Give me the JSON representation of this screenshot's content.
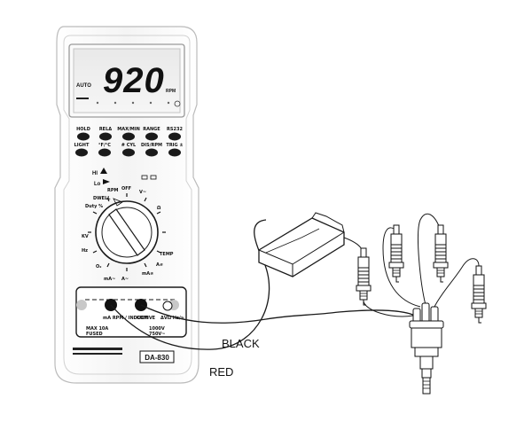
{
  "meter": {
    "model": "DA-830",
    "display": {
      "mode": "AUTO",
      "reading": "920",
      "unit": "RPM"
    },
    "buttons_row1": [
      "HOLD",
      "RELΔ",
      "MAX/MIN",
      "RANGE",
      "RS232"
    ],
    "buttons_row2": [
      "LIGHT",
      "°F/°C",
      "# CYL",
      "DIS/RPM",
      "TRIG ±"
    ],
    "hi_label": "HI",
    "lo_label": "Lo",
    "dial_labels": [
      "RPM",
      "OFF",
      "V~",
      "DWELL",
      "Duty %",
      "Ω",
      "KV",
      "Hz",
      "TEMP",
      "O₂",
      "A~",
      "mA≉",
      "A≉",
      "mA~"
    ],
    "jack_labels": {
      "left": "mA RPM / INDUCTIVE",
      "center": "COM",
      "right": "ΔVΩ Hz/≥"
    },
    "bottom_marks": [
      "MAX 10A",
      "FUSED",
      "1000V",
      "750V~"
    ]
  },
  "leads": {
    "black": "BLACK",
    "red": "RED"
  }
}
